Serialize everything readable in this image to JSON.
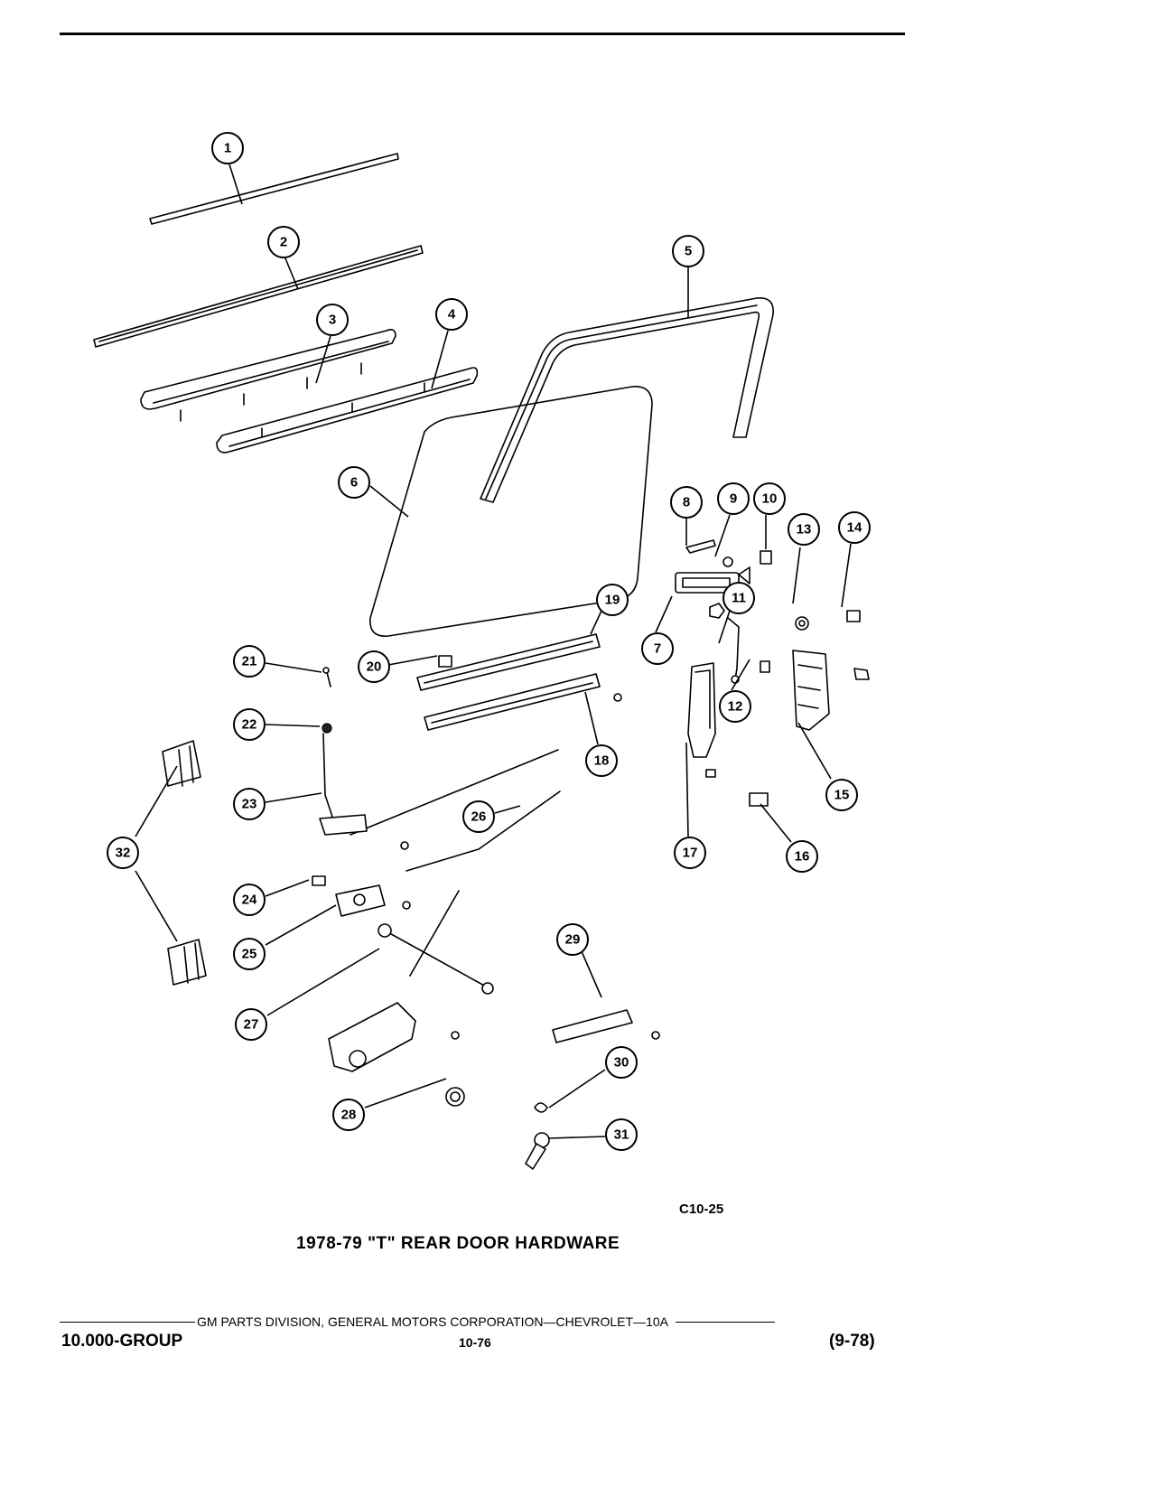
{
  "document": {
    "figure_code": "C10-25",
    "figure_title": "1978-79 \"T\" REAR DOOR HARDWARE",
    "footer_corp": "GM PARTS DIVISION, GENERAL MOTORS CORPORATION—CHEVROLET—10A",
    "footer_group": "10.000-GROUP",
    "footer_page": "10-76",
    "footer_date": "(9-78)"
  },
  "callouts": [
    "1",
    "2",
    "3",
    "4",
    "5",
    "6",
    "7",
    "8",
    "9",
    "10",
    "11",
    "12",
    "13",
    "14",
    "15",
    "16",
    "17",
    "18",
    "19",
    "20",
    "21",
    "22",
    "23",
    "24",
    "25",
    "26",
    "27",
    "28",
    "29",
    "30",
    "31",
    "32"
  ]
}
